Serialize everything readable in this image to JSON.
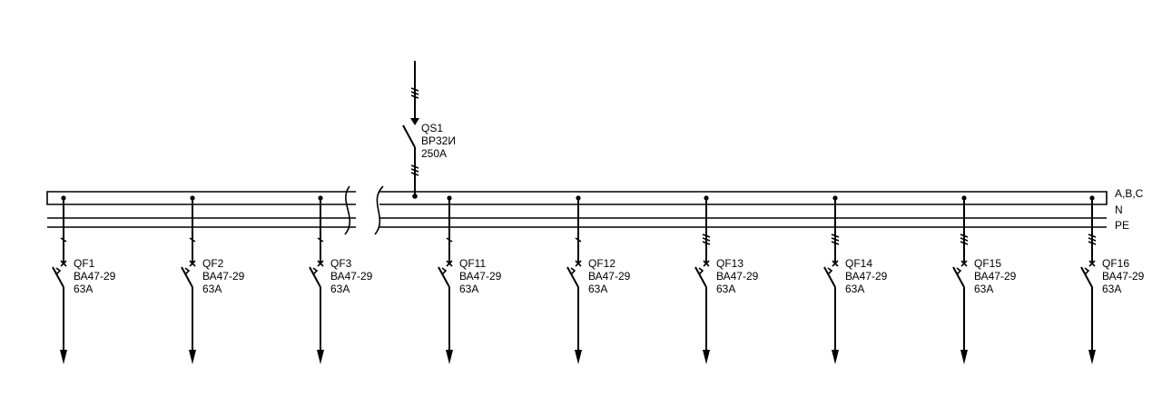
{
  "bus": {
    "labels": [
      "A,B,C",
      "N",
      "PE"
    ]
  },
  "incomer": {
    "designation": "QS1",
    "model": "ВР32И",
    "rating": "250А"
  },
  "feeders": [
    {
      "designation": "QF1",
      "model": "ВА47-29",
      "rating": "63А"
    },
    {
      "designation": "QF2",
      "model": "ВА47-29",
      "rating": "63А"
    },
    {
      "designation": "QF3",
      "model": "ВА47-29",
      "rating": "63А"
    },
    {
      "designation": "QF11",
      "model": "ВА47-29",
      "rating": "63А"
    },
    {
      "designation": "QF12",
      "model": "ВА47-29",
      "rating": "63А"
    },
    {
      "designation": "QF13",
      "model": "ВА47-29",
      "rating": "63А"
    },
    {
      "designation": "QF14",
      "model": "ВА47-29",
      "rating": "63А"
    },
    {
      "designation": "QF15",
      "model": "ВА47-29",
      "rating": "63А"
    },
    {
      "designation": "QF16",
      "model": "ВА47-29",
      "rating": "63А"
    }
  ]
}
